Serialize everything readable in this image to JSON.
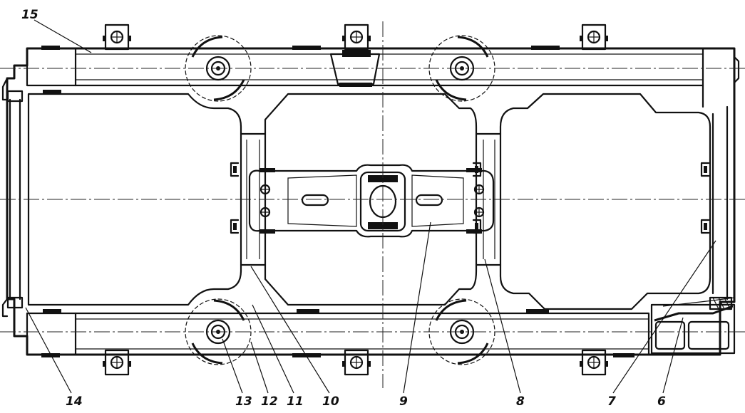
{
  "diagram": {
    "callouts": [
      {
        "id": "6",
        "text": "6"
      },
      {
        "id": "7",
        "text": "7"
      },
      {
        "id": "8",
        "text": "8"
      },
      {
        "id": "9",
        "text": "9"
      },
      {
        "id": "10",
        "text": "10"
      },
      {
        "id": "11",
        "text": "11"
      },
      {
        "id": "12",
        "text": "12"
      },
      {
        "id": "13",
        "text": "13"
      },
      {
        "id": "14",
        "text": "14"
      },
      {
        "id": "15",
        "text": "15"
      }
    ]
  }
}
